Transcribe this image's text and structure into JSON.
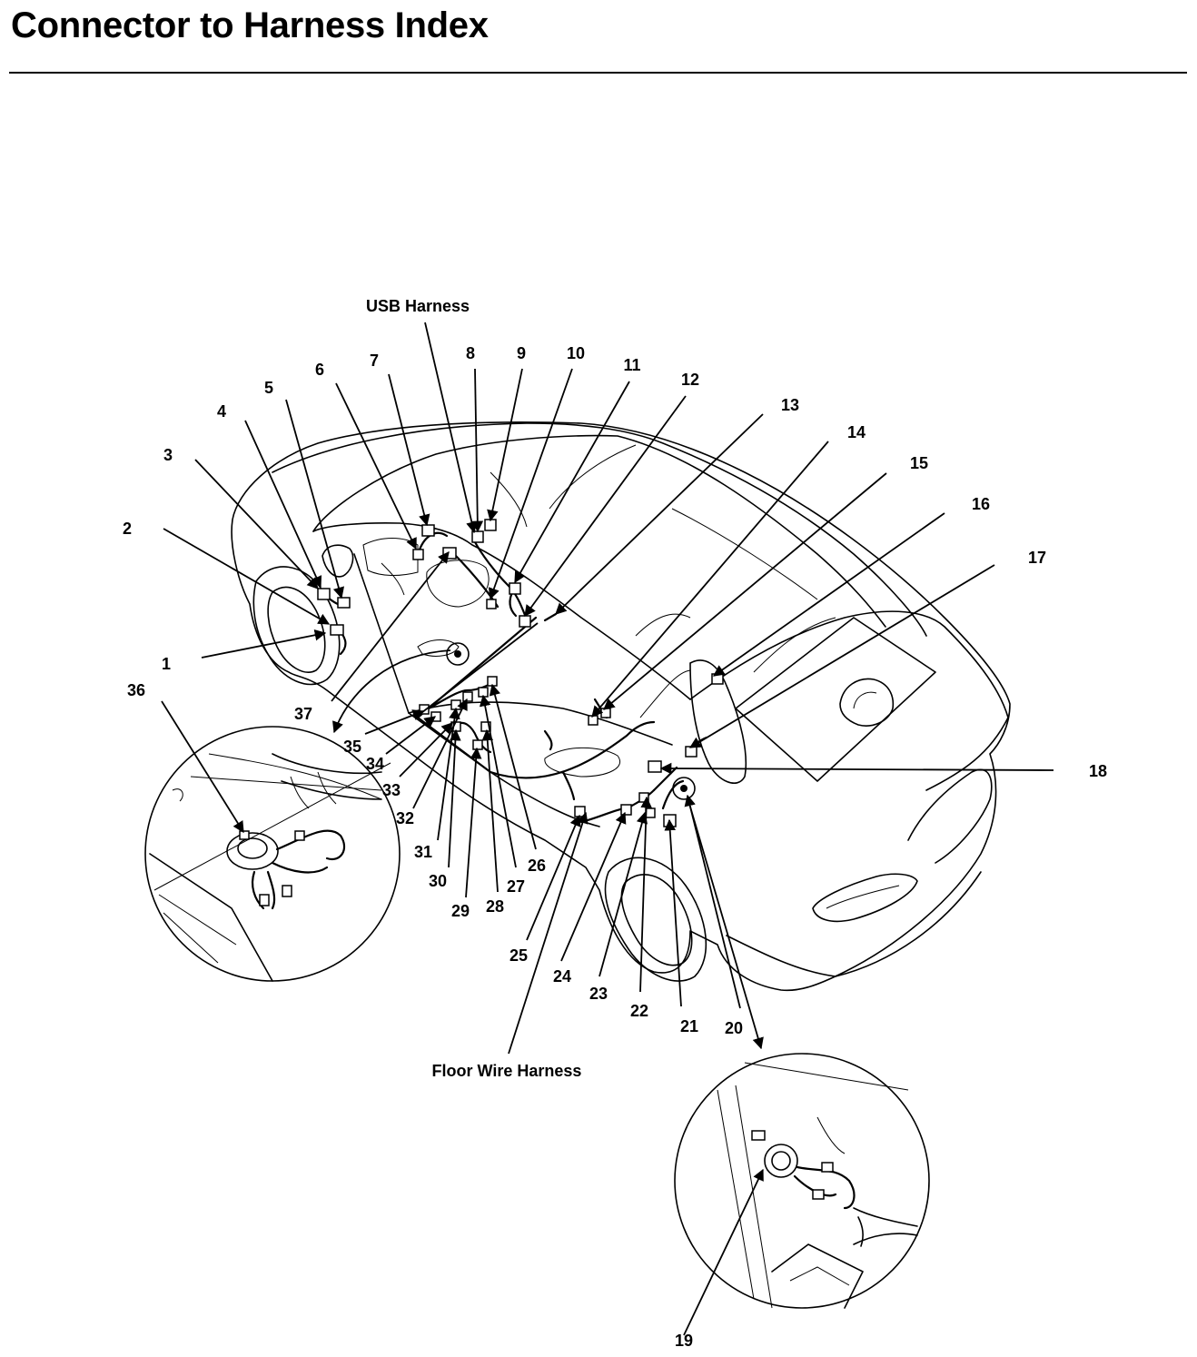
{
  "title": "Connector to Harness Index",
  "harness_labels": {
    "usb": "USB Harness",
    "floor": "Floor Wire Harness"
  },
  "callouts": {
    "c1": "1",
    "c2": "2",
    "c3": "3",
    "c4": "4",
    "c5": "5",
    "c6": "6",
    "c7": "7",
    "c8": "8",
    "c9": "9",
    "c10": "10",
    "c11": "11",
    "c12": "12",
    "c13": "13",
    "c14": "14",
    "c15": "15",
    "c16": "16",
    "c17": "17",
    "c18": "18",
    "c19": "19",
    "c20": "20",
    "c21": "21",
    "c22": "22",
    "c23": "23",
    "c24": "24",
    "c25": "25",
    "c26": "26",
    "c27": "27",
    "c28": "28",
    "c29": "29",
    "c30": "30",
    "c31": "31",
    "c32": "32",
    "c33": "33",
    "c34": "34",
    "c35": "35",
    "c36": "36",
    "c37": "37"
  }
}
